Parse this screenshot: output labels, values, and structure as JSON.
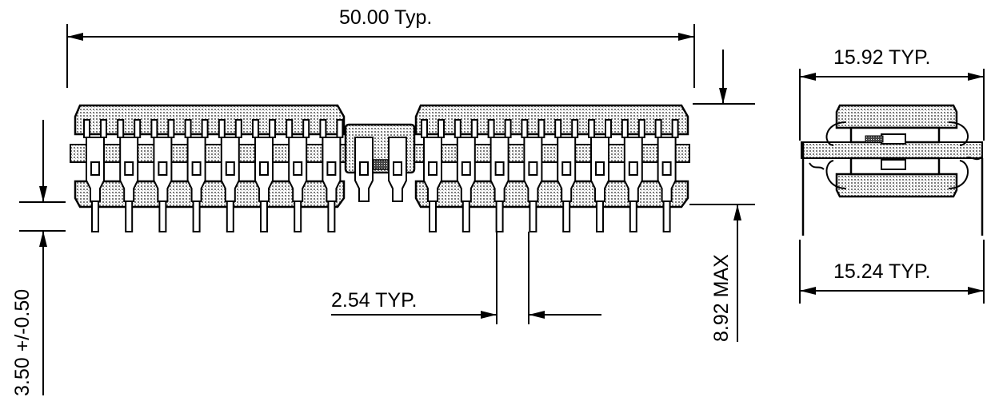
{
  "dimensions": {
    "overall_length": "50.00 Typ.",
    "body_width": "15.92 TYP.",
    "row_spacing": "15.24 TYP.",
    "pitch": "2.54 TYP.",
    "height_max": "8.92  MAX",
    "standoff": "3.50 +/-0.50"
  },
  "colors": {
    "line": "#000000",
    "shading": "#9a9a9a",
    "background": "#ffffff"
  }
}
